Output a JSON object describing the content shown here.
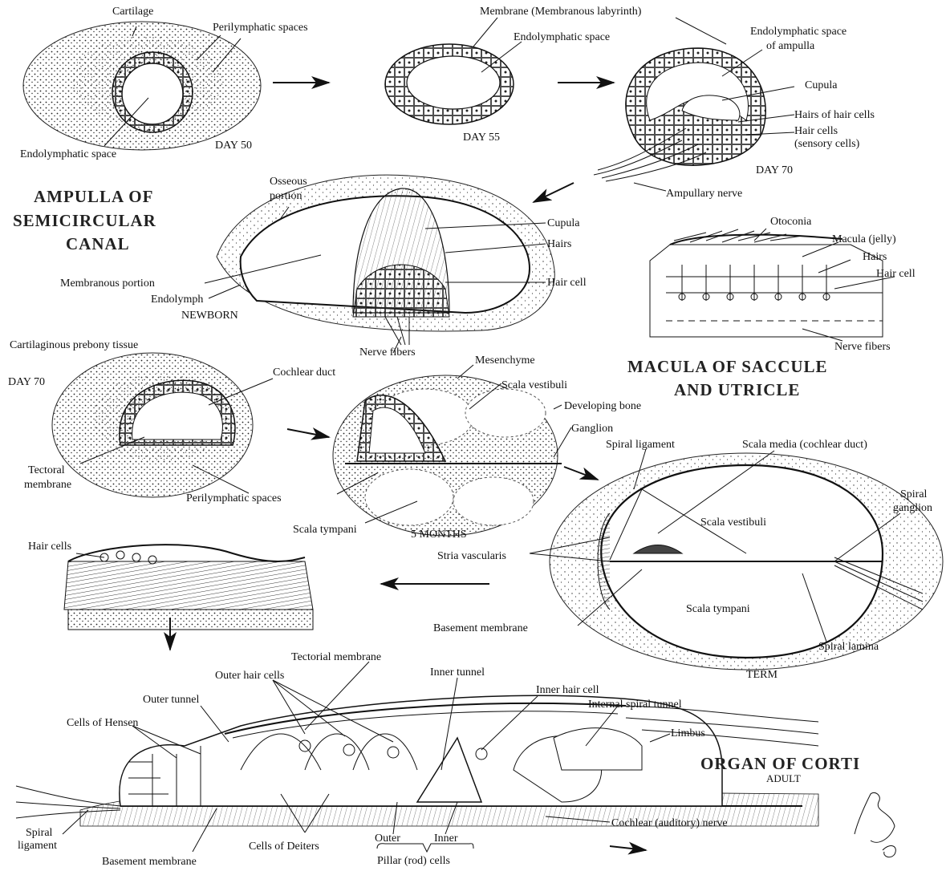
{
  "titles": {
    "ampulla_1": "AMPULLA OF",
    "ampulla_2": "SEMICIRCULAR",
    "ampulla_3": "CANAL",
    "macula_1": "MACULA OF SACCULE",
    "macula_2": "AND UTRICLE",
    "corti": "ORGAN OF CORTI",
    "corti_sub": "ADULT"
  },
  "stages": {
    "day50": "DAY 50",
    "day55": "DAY 55",
    "day70_top": "DAY 70",
    "newborn": "NEWBORN",
    "day70_mid": "DAY 70",
    "months5": "5 MONTHS",
    "term": "TERM"
  },
  "labels": {
    "cartilage": "Cartilage",
    "perilymphatic_spaces_1": "Perilymphatic spaces",
    "endolymphatic_space_1": "Endolymphatic space",
    "membrane": "Membrane (Membranous labyrinth)",
    "endolymphatic_space_2": "Endolymphatic space",
    "endolymphatic_ampulla_1": "Endolymphatic space",
    "endolymphatic_ampulla_2": "of ampulla",
    "cupula_1": "Cupula",
    "hairs_of_hair_cells": "Hairs of hair cells",
    "hair_cells_1": "Hair cells",
    "sensory_cells": "(sensory cells)",
    "ampullary_nerve": "Ampullary nerve",
    "osseous_1": "Osseous",
    "osseous_2": "portion",
    "cupula_2": "Cupula",
    "hairs_1": "Hairs",
    "hair_cell_1": "Hair cell",
    "membranous_portion": "Membranous portion",
    "endolymph": "Endolymph",
    "nerve_fibers_1": "Nerve fibers",
    "otoconia": "Otoconia",
    "macula_jelly": "Macula (jelly)",
    "hairs_2": "Hairs",
    "hair_cell_2": "Hair cell",
    "nerve_fibers_2": "Nerve fibers",
    "cartilaginous": "Cartilaginous prebony tissue",
    "cochlear_duct": "Cochlear duct",
    "tectoral_1": "Tectoral",
    "tectoral_2": "membrane",
    "perilymphatic_spaces_2": "Perilymphatic spaces",
    "mesenchyme": "Mesenchyme",
    "scala_vestibuli_1": "Scala vestibuli",
    "developing_bone": "Developing bone",
    "ganglion": "Ganglion",
    "scala_tympani_1": "Scala tympani",
    "spiral_ligament_1": "Spiral ligament",
    "scala_media": "Scala media (cochlear duct)",
    "spiral_ganglion_1": "Spiral",
    "spiral_ganglion_2": "ganglion",
    "scala_vestibuli_2": "Scala vestibuli",
    "stria_vascularis": "Stria vascularis",
    "scala_tympani_2": "Scala tympani",
    "basement_membrane_1": "Basement membrane",
    "spiral_lamina": "Spiral lamina",
    "hair_cells_2": "Hair cells",
    "tectorial_membrane": "Tectorial membrane",
    "outer_hair_cells": "Outer hair cells",
    "inner_tunnel": "Inner tunnel",
    "outer_tunnel": "Outer tunnel",
    "inner_hair_cell": "Inner hair cell",
    "internal_spiral_tunnel": "Internal spiral tunnel",
    "cells_of_hensen": "Cells of Hensen",
    "limbus": "Limbus",
    "spiral_ligament_2a": "Spiral",
    "spiral_ligament_2b": "ligament",
    "basement_membrane_2": "Basement membrane",
    "cells_of_deiters": "Cells of Deiters",
    "outer": "Outer",
    "inner": "Inner",
    "pillar_cells": "Pillar (rod) cells",
    "cochlear_nerve": "Cochlear (auditory) nerve"
  },
  "signature": "Pansky"
}
